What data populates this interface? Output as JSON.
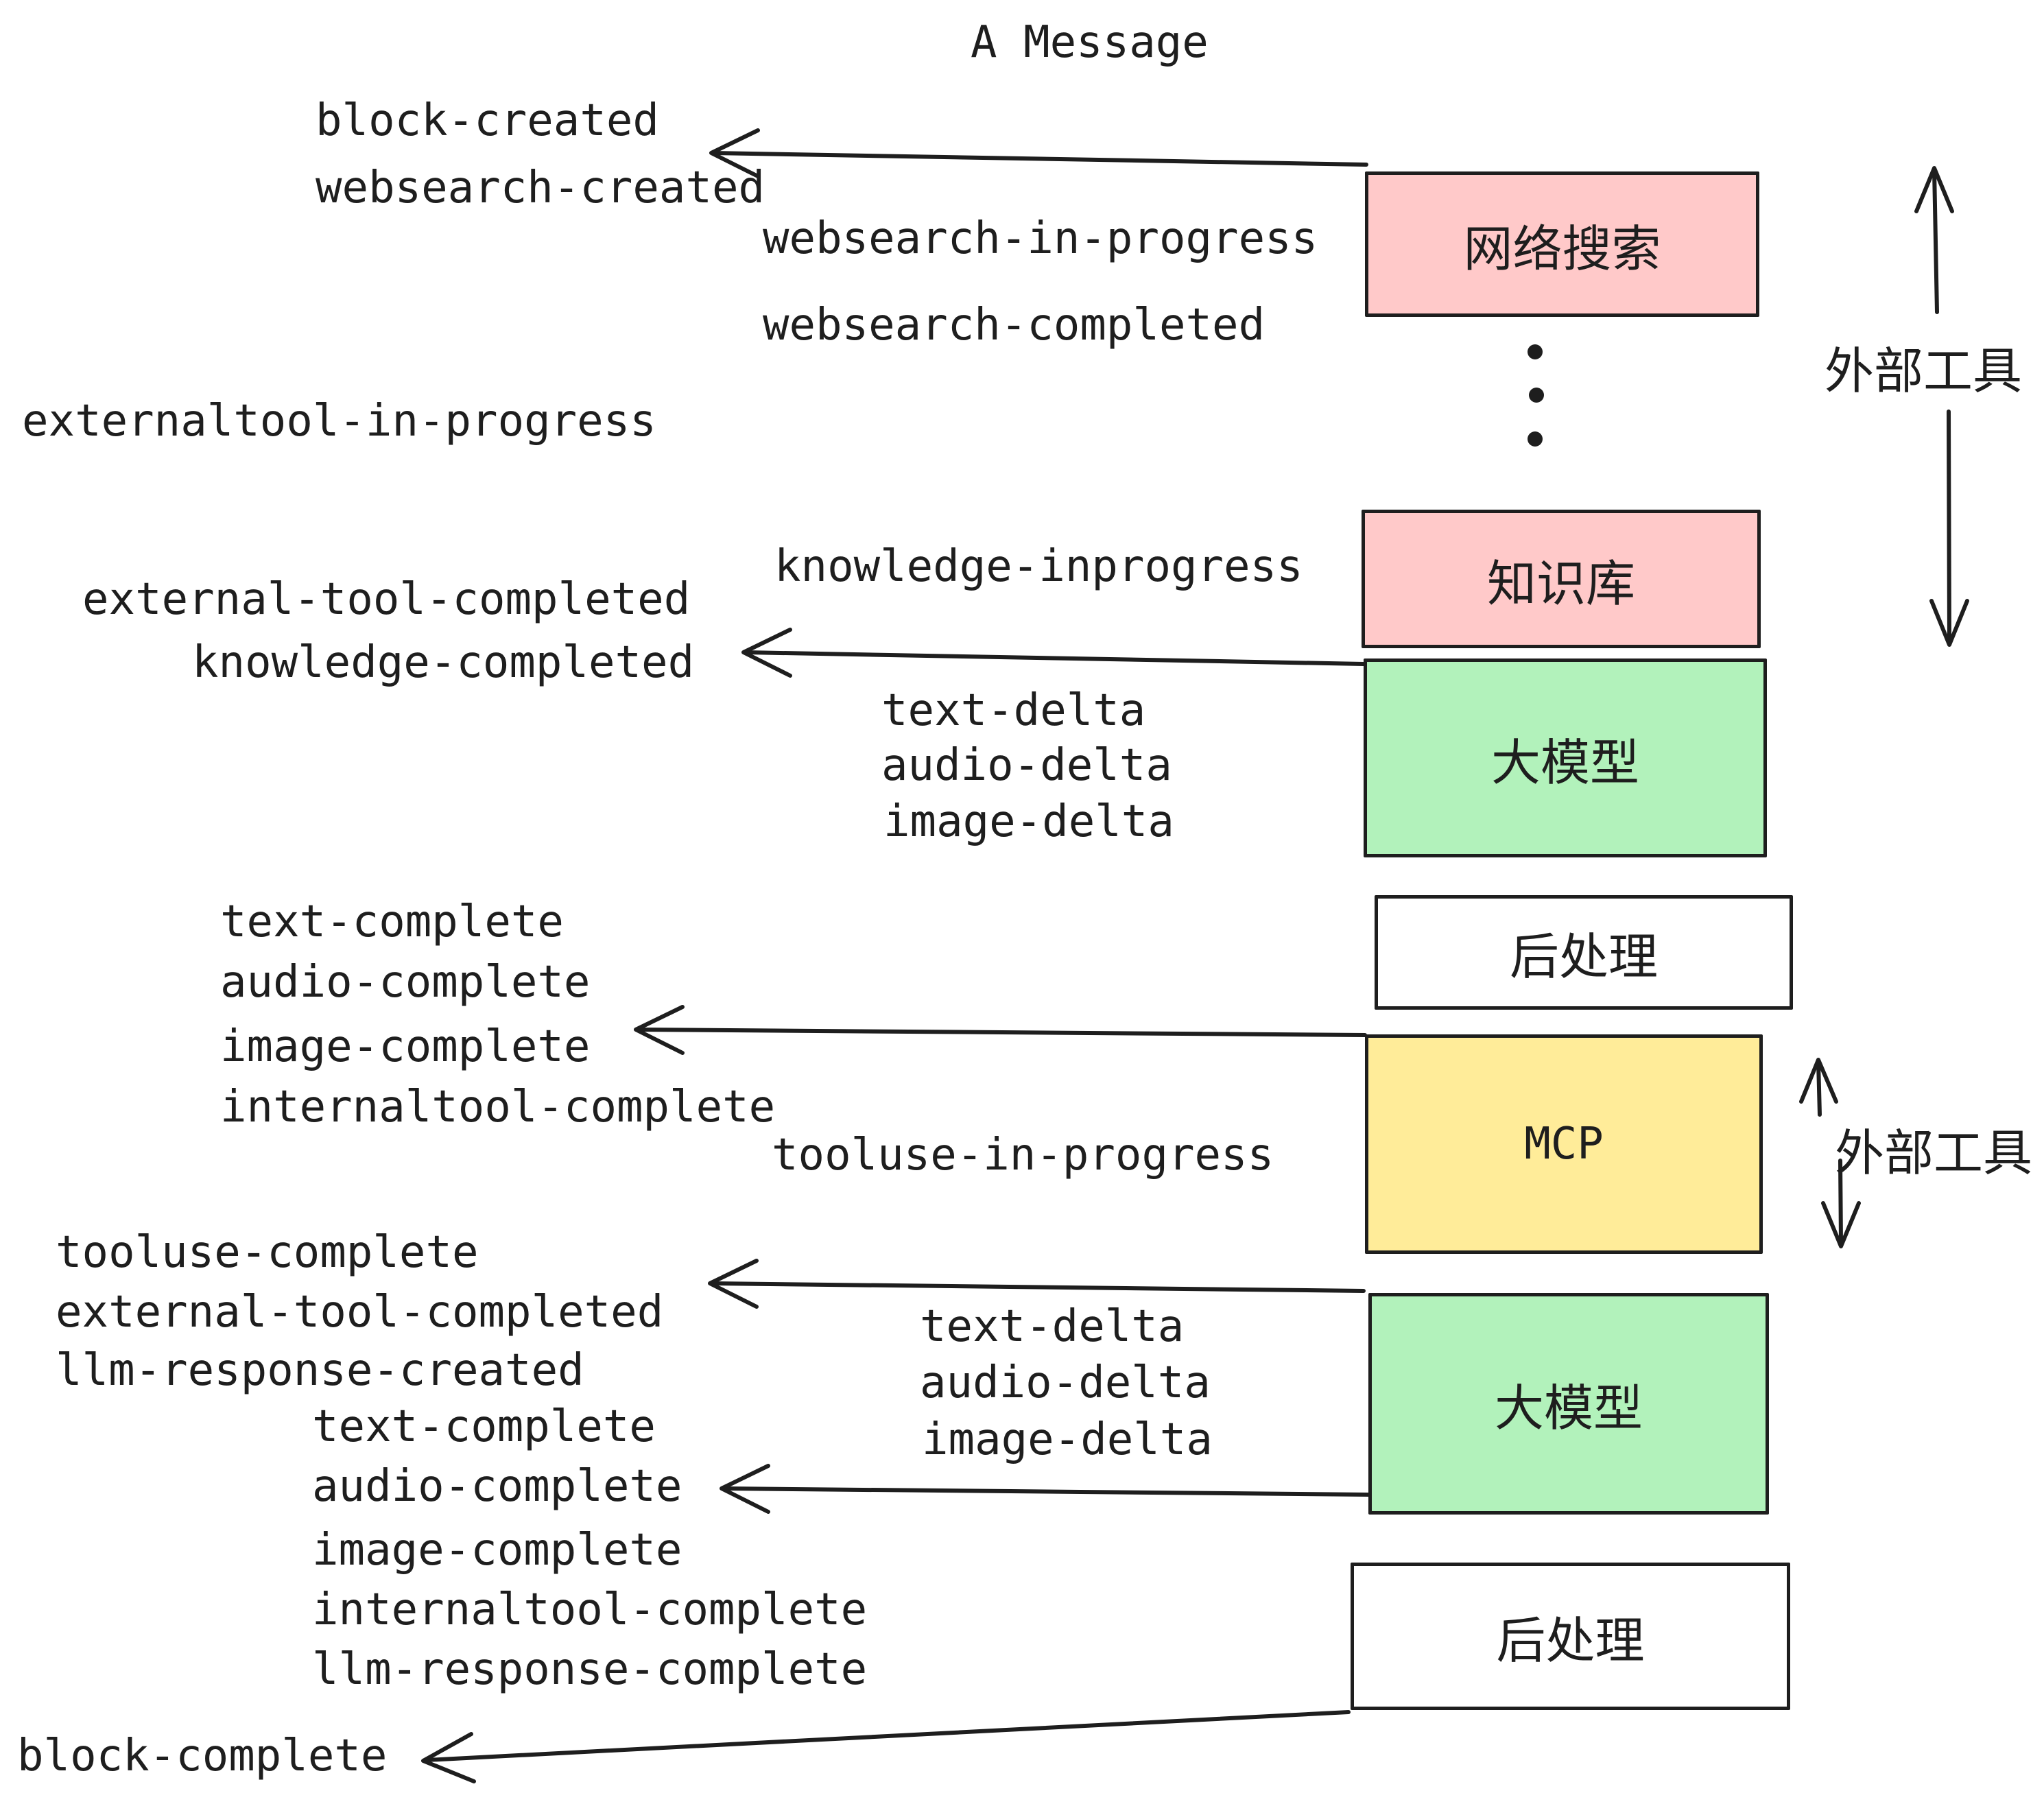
{
  "title": "A Message",
  "colors": {
    "stroke": "#1e1e1e",
    "pink_fill": "#ffc9c9",
    "green_fill": "#b2f2bb",
    "yellow_fill": "#ffec99",
    "white_fill": "#ffffff"
  },
  "events": {
    "block_created": "block-created",
    "websearch_created": "websearch-created",
    "websearch_in_progress": "websearch-in-progress",
    "websearch_completed": "websearch-completed",
    "externaltool_in_progress": "externaltool-in-progress",
    "knowledge_inprogress": "knowledge-inprogress",
    "external_tool_completed": "external-tool-completed",
    "knowledge_completed": "knowledge-completed",
    "text_delta": "text-delta",
    "audio_delta": "audio-delta",
    "image_delta": "image-delta",
    "text_complete": "text-complete",
    "audio_complete": "audio-complete",
    "image_complete": "image-complete",
    "internaltool_complete": "internaltool-complete",
    "tooluse_in_progress": "tooluse-in-progress",
    "tooluse_complete": "tooluse-complete",
    "llm_response_created": "llm-response-created",
    "llm_response_complete": "llm-response-complete",
    "block_complete": "block-complete"
  },
  "boxes": {
    "websearch_label": "网络搜索",
    "knowledge_label": "知识库",
    "llm_label": "大模型",
    "post_label": "后处理",
    "mcp_label": "MCP"
  },
  "side_labels": {
    "external_tools": "外部工具"
  }
}
